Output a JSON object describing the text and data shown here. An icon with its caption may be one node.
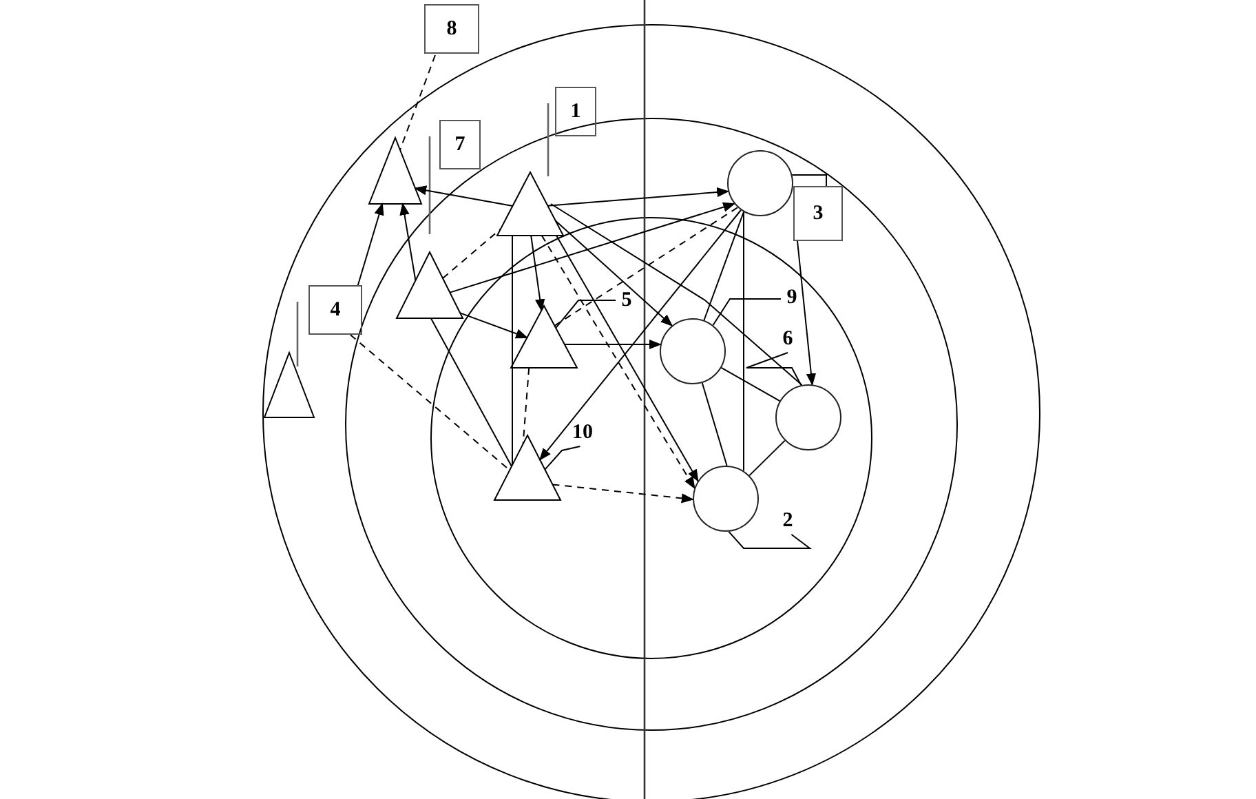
{
  "diagram": {
    "nodes": [
      {
        "text": [
          "8"
        ]
      },
      {
        "text": [
          "7"
        ]
      },
      {
        "text": [
          "1"
        ]
      },
      {
        "text": [
          "3"
        ]
      },
      {
        "text": [
          "4"
        ]
      },
      {
        "text": [
          "5"
        ]
      },
      {
        "text": [
          "9"
        ]
      },
      {
        "text": [
          "6"
        ]
      },
      {
        "text": [
          "10"
        ]
      },
      {
        "text": [
          "2"
        ]
      },
      {
        "text": [],
        "shape": "triangle"
      },
      {
        "text": [],
        "shape": "triangle"
      },
      {
        "text": [],
        "shape": "triangle"
      },
      {
        "text": [],
        "shape": "triangle"
      },
      {
        "text": [],
        "shape": "triangle"
      },
      {
        "text": [],
        "shape": "triangle"
      },
      {
        "text": [],
        "shape": "circle"
      },
      {
        "text": [],
        "shape": "circle"
      },
      {
        "text": [],
        "shape": "circle"
      },
      {
        "text": [],
        "shape": "circle"
      }
    ],
    "edges": [
      {
        "from": 0,
        "to": 10,
        "arrow": "none",
        "style": "dashed"
      },
      {
        "from": 5,
        "to": 13,
        "arrow": "none"
      },
      {
        "from": 6,
        "to": 17,
        "arrow": "none"
      },
      {
        "from": 7,
        "to": 18,
        "arrow": "none"
      },
      {
        "from": 8,
        "to": 15,
        "arrow": "none"
      },
      {
        "from": 9,
        "to": 19,
        "arrow": "none"
      },
      {
        "from": 3,
        "to": 16,
        "arrow": "none"
      },
      {
        "from": 11,
        "to": 10,
        "arrow": "to"
      },
      {
        "from": 4,
        "to": 10,
        "arrow": "to"
      },
      {
        "from": 12,
        "to": 10,
        "arrow": "to"
      },
      {
        "from": 11,
        "to": 16,
        "arrow": "to"
      },
      {
        "from": 12,
        "to": 16,
        "arrow": "to"
      },
      {
        "from": 12,
        "to": 11,
        "arrow": "none",
        "style": "dashed"
      },
      {
        "from": 12,
        "to": 13,
        "arrow": "to"
      },
      {
        "from": 12,
        "to": 15,
        "arrow": "none"
      },
      {
        "from": 11,
        "to": 15,
        "arrow": "none"
      },
      {
        "from": 11,
        "to": 13,
        "arrow": "to"
      },
      {
        "from": 11,
        "to": 17,
        "arrow": "to"
      },
      {
        "from": 11,
        "to": 19,
        "arrow": "to"
      },
      {
        "from": 11,
        "to": 18,
        "arrow": "none"
      },
      {
        "from": 11,
        "to": 19,
        "arrow": "to",
        "style": "dashed"
      },
      {
        "from": 13,
        "to": 16,
        "arrow": "none",
        "style": "dashed"
      },
      {
        "from": 13,
        "to": 17,
        "arrow": "to"
      },
      {
        "from": 13,
        "to": 15,
        "arrow": "none",
        "style": "dashed"
      },
      {
        "from": 16,
        "to": 15,
        "arrow": "to"
      },
      {
        "from": 4,
        "to": 15,
        "arrow": "none",
        "style": "dashed"
      },
      {
        "from": 15,
        "to": 19,
        "arrow": "to",
        "style": "dashed"
      },
      {
        "from": 3,
        "to": 18,
        "arrow": "to"
      },
      {
        "from": 16,
        "to": 17,
        "arrow": "none"
      },
      {
        "from": 16,
        "to": 19,
        "arrow": "none"
      },
      {
        "from": 17,
        "to": 18,
        "arrow": "none"
      },
      {
        "from": 17,
        "to": 19,
        "arrow": "none"
      },
      {
        "from": 18,
        "to": 19,
        "arrow": "none"
      }
    ]
  }
}
